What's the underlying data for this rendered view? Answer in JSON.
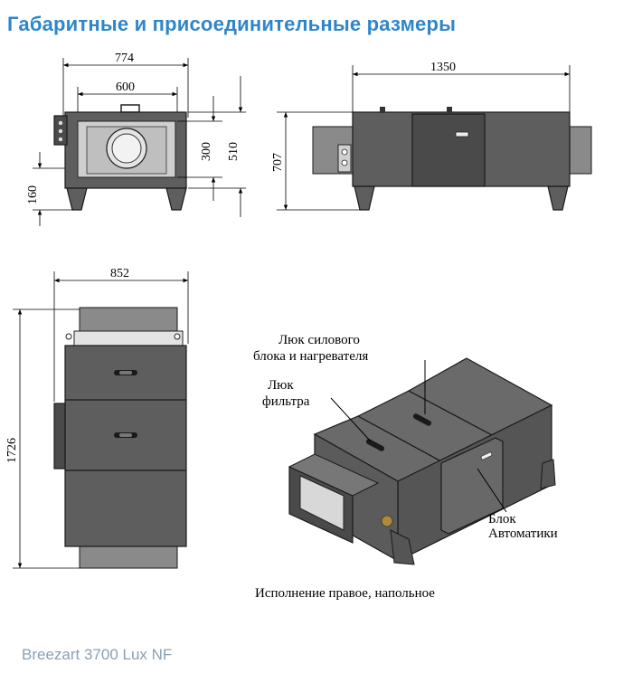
{
  "title": "Габаритные и присоединительные размеры",
  "footer": "Breezart 3700 Lux NF",
  "caption": "Исполнение правое, напольное",
  "front_view": {
    "width_total": "774",
    "width_duct": "600",
    "duct_height": "300",
    "body_height": "510",
    "leg_height": "160"
  },
  "side_view": {
    "length": "1350",
    "height": "707"
  },
  "top_view": {
    "width": "852",
    "length": "1726"
  },
  "callouts": {
    "power_hatch_line1": "Люк силового",
    "power_hatch_line2": "блока и нагревателя",
    "filter_hatch_line1": "Люк",
    "filter_hatch_line2": "фильтра",
    "automation_line1": "Блок",
    "automation_line2": "Автоматики"
  },
  "colors": {
    "title": "#2e86c8",
    "footer": "#8aa0b4",
    "body": "#5e5e5e"
  }
}
